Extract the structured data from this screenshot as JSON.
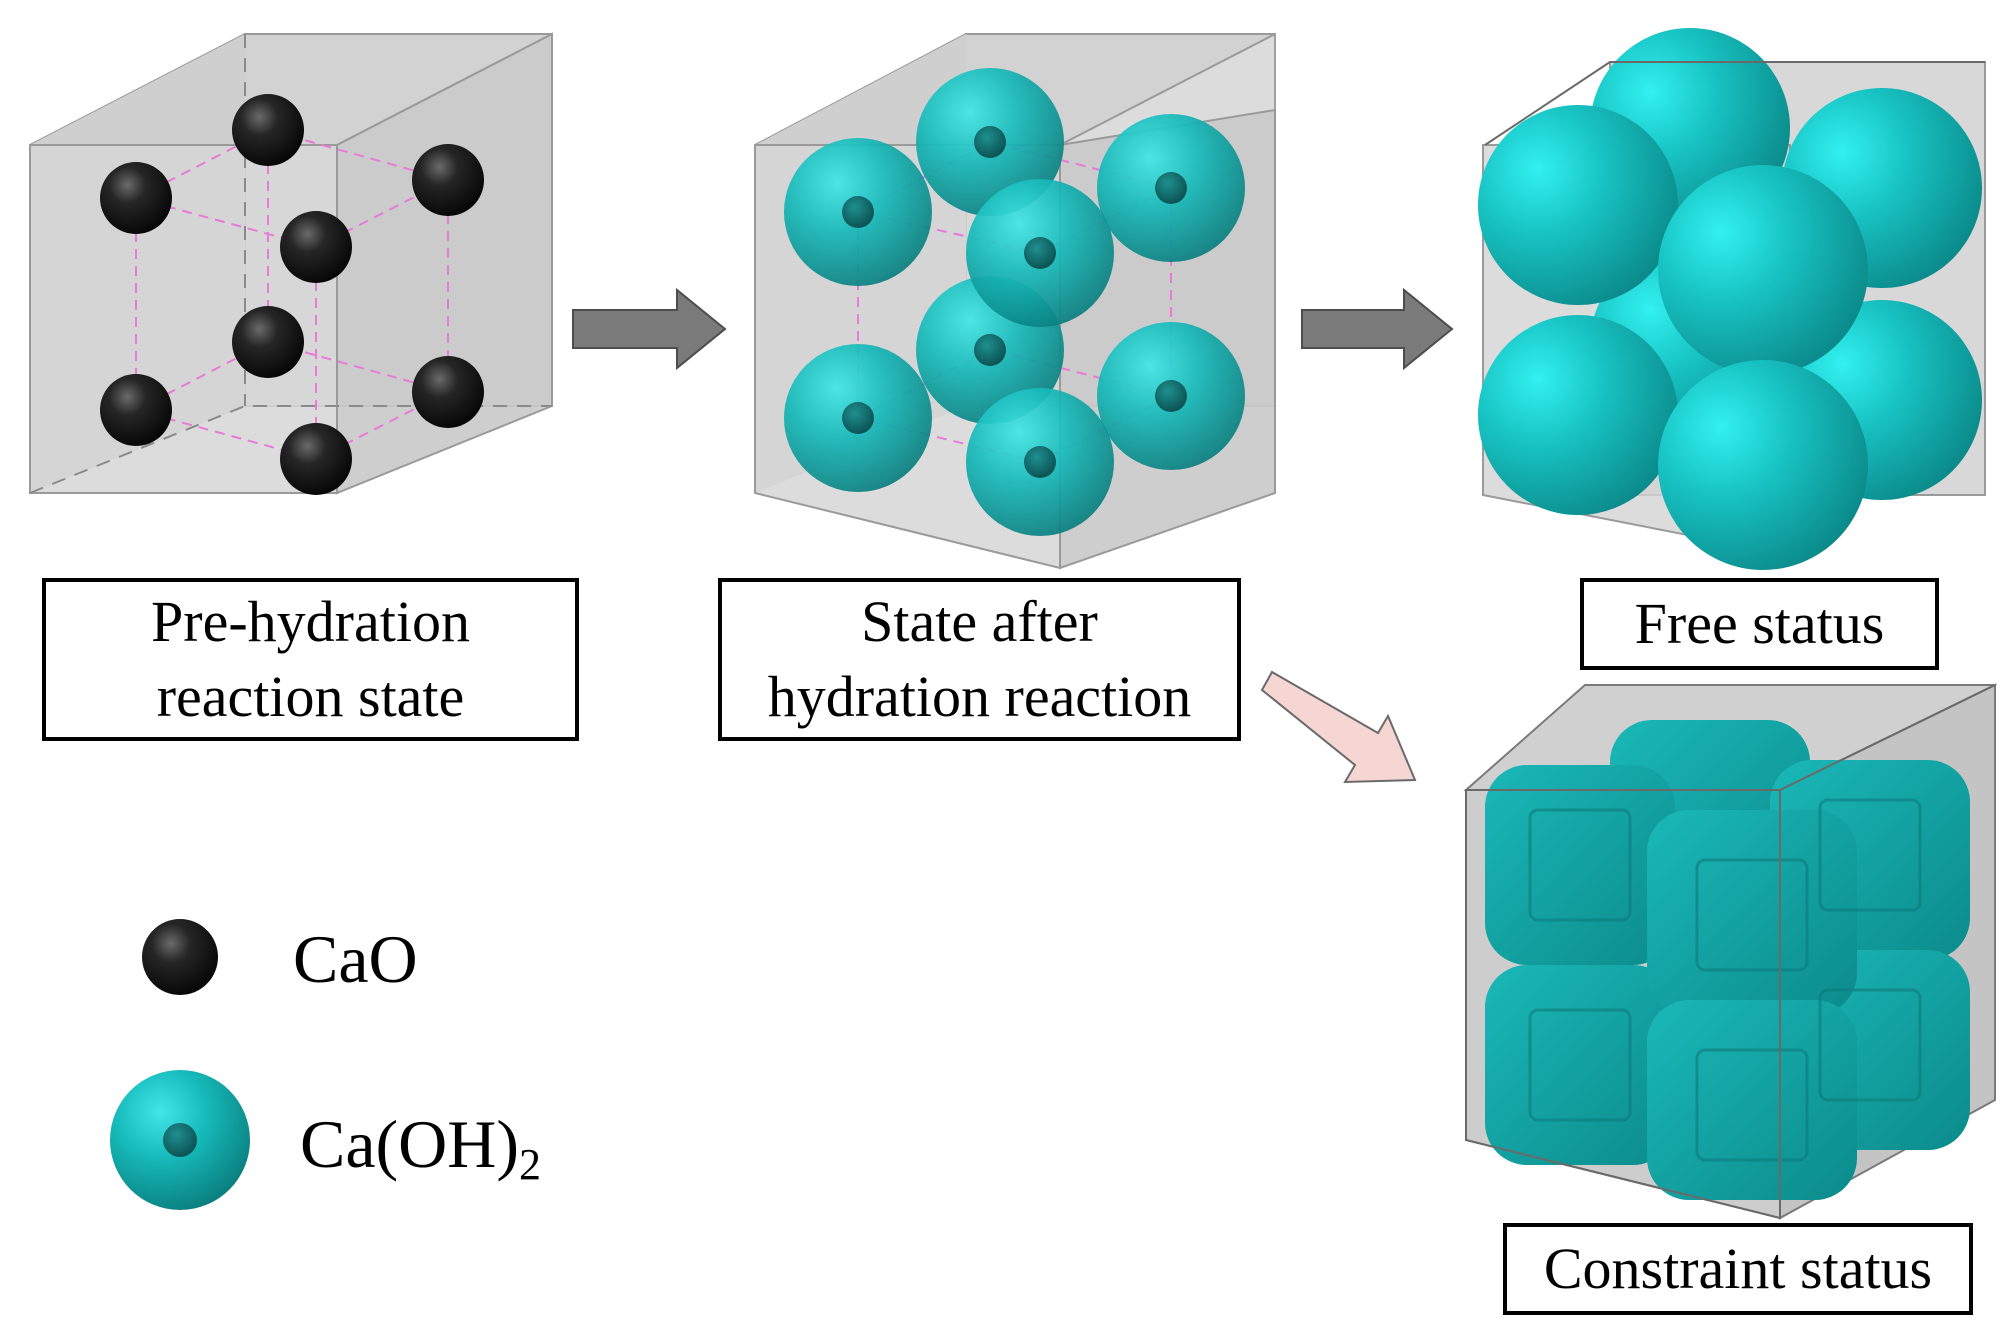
{
  "stages": {
    "pre": {
      "caption_line1": "Pre-hydration",
      "caption_line2": "reaction state"
    },
    "after": {
      "caption_line1": "State after",
      "caption_line2": "hydration reaction"
    },
    "free": {
      "caption": "Free status"
    },
    "constraint": {
      "caption": "Constraint status"
    }
  },
  "legend": {
    "cao": {
      "label": "CaO",
      "icon": "cao-sphere-icon"
    },
    "caoh2": {
      "label_main": "Ca(OH)",
      "label_sub": "2",
      "icon": "caoh2-sphere-icon"
    }
  },
  "colors": {
    "cao": "#111111",
    "caoh2": "#16b3b3",
    "cube_face": "#d4d4d4",
    "inner_lattice": "#e87ad8",
    "process_arrow": "#7a7a7a",
    "branch_arrow": "#f6d6d2"
  }
}
